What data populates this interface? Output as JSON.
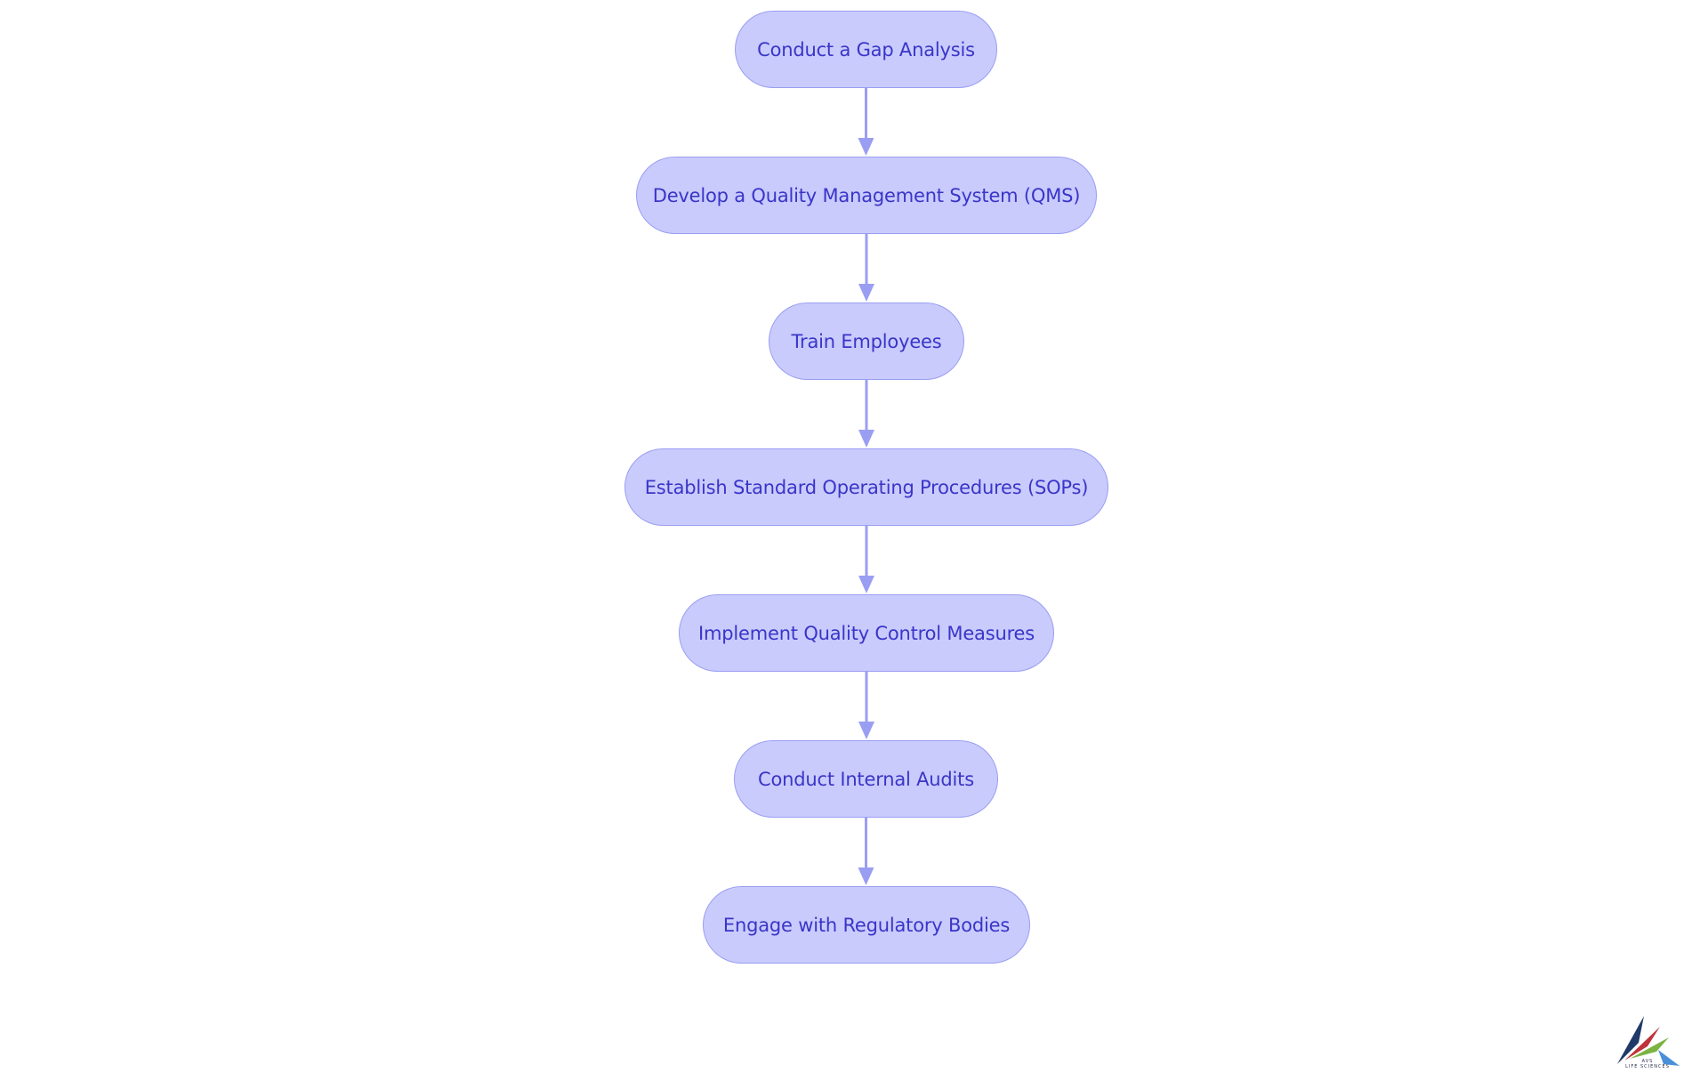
{
  "diagram": {
    "type": "flowchart",
    "direction": "top-to-bottom",
    "colors": {
      "node_fill": "#c9cbfd",
      "node_border": "#9a9ef2",
      "node_text": "#3a35c8",
      "edge": "#9a9ef2"
    },
    "nodes": [
      {
        "id": "n1",
        "label": "Conduct a Gap Analysis"
      },
      {
        "id": "n2",
        "label": "Develop a Quality Management System (QMS)"
      },
      {
        "id": "n3",
        "label": "Train Employees"
      },
      {
        "id": "n4",
        "label": "Establish Standard Operating Procedures (SOPs)"
      },
      {
        "id": "n5",
        "label": "Implement Quality Control Measures"
      },
      {
        "id": "n6",
        "label": "Conduct Internal Audits"
      },
      {
        "id": "n7",
        "label": "Engage with Regulatory Bodies"
      }
    ],
    "edges": [
      {
        "from": "n1",
        "to": "n2"
      },
      {
        "from": "n2",
        "to": "n3"
      },
      {
        "from": "n3",
        "to": "n4"
      },
      {
        "from": "n4",
        "to": "n5"
      },
      {
        "from": "n5",
        "to": "n6"
      },
      {
        "from": "n6",
        "to": "n7"
      }
    ]
  },
  "logo": {
    "name": "avs-life-sciences-logo",
    "text_line1": "AVS",
    "text_line2": "LIFE SCIENCES",
    "colors": {
      "navy": "#1f3a68",
      "red": "#c0333a",
      "green": "#7cb342",
      "blue": "#4a90d9"
    }
  }
}
